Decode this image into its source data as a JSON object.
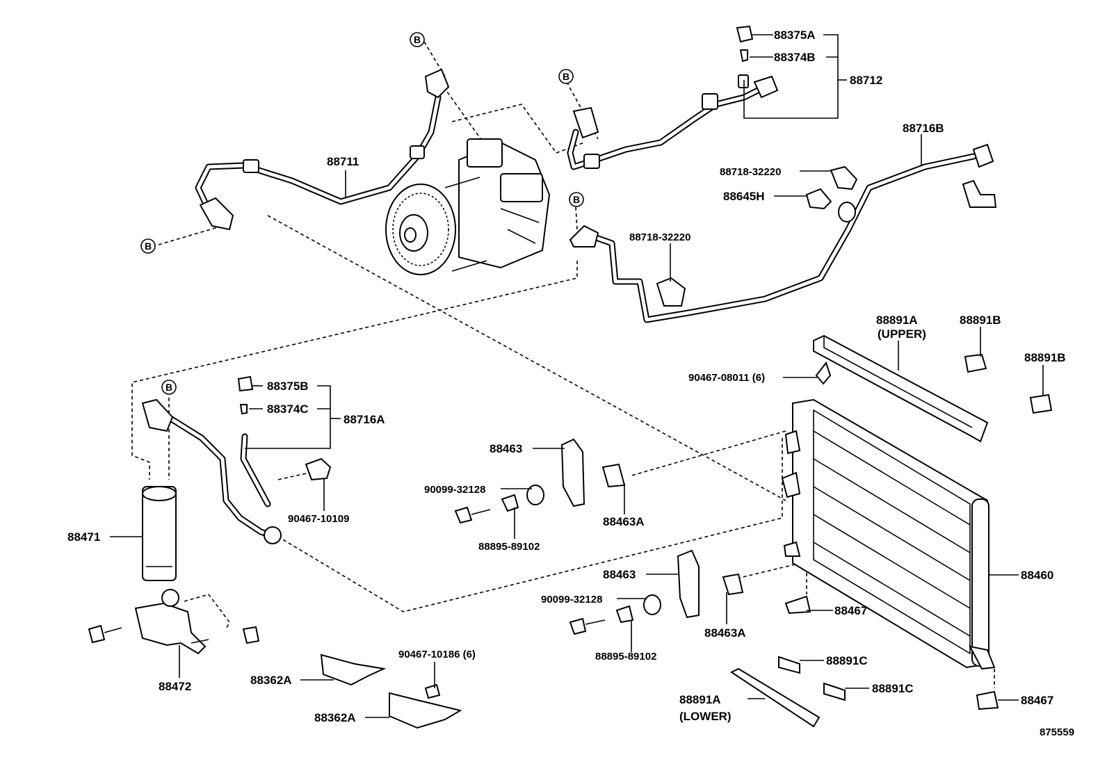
{
  "diagram": {
    "ref_marker": "B",
    "figure_number": "875559",
    "parts": {
      "hose_discharge": "88711",
      "cap_a": "88375A",
      "valve_core_b": "88374B",
      "hose_suction": "88712",
      "pipe_b": "88716B",
      "clamp_upper": "88718-32220",
      "pressure_switch": "88645H",
      "clamp_lower": "88718-32220",
      "seal_upper_label": "88891A",
      "seal_upper_note": "(UPPER)",
      "seal_b_1": "88891B",
      "seal_b_2": "88891B",
      "clip_upper": "90467-08011 (6)",
      "cap_b": "88375B",
      "valve_core_c": "88374C",
      "pipe_a": "88716A",
      "clamp_receiver": "90467-10109",
      "receiver": "88471",
      "bracket_receiver": "88472",
      "bracket_a_1": "88463",
      "cushion_1": "90099-32128",
      "collar_1": "88895-89102",
      "bracket_b_1": "88463A",
      "bracket_a_2": "88463",
      "cushion_2": "90099-32128",
      "collar_2": "88895-89102",
      "bracket_b_2": "88463A",
      "condenser": "88460",
      "cushion_cond_1": "88467",
      "cushion_cond_2": "88467",
      "seal_c_1": "88891C",
      "seal_c_2": "88891C",
      "seal_lower_label": "88891A",
      "seal_lower_note": "(LOWER)",
      "clip_lower": "90467-10186 (6)",
      "bracket_362_1": "88362A",
      "bracket_362_2": "88362A"
    }
  }
}
